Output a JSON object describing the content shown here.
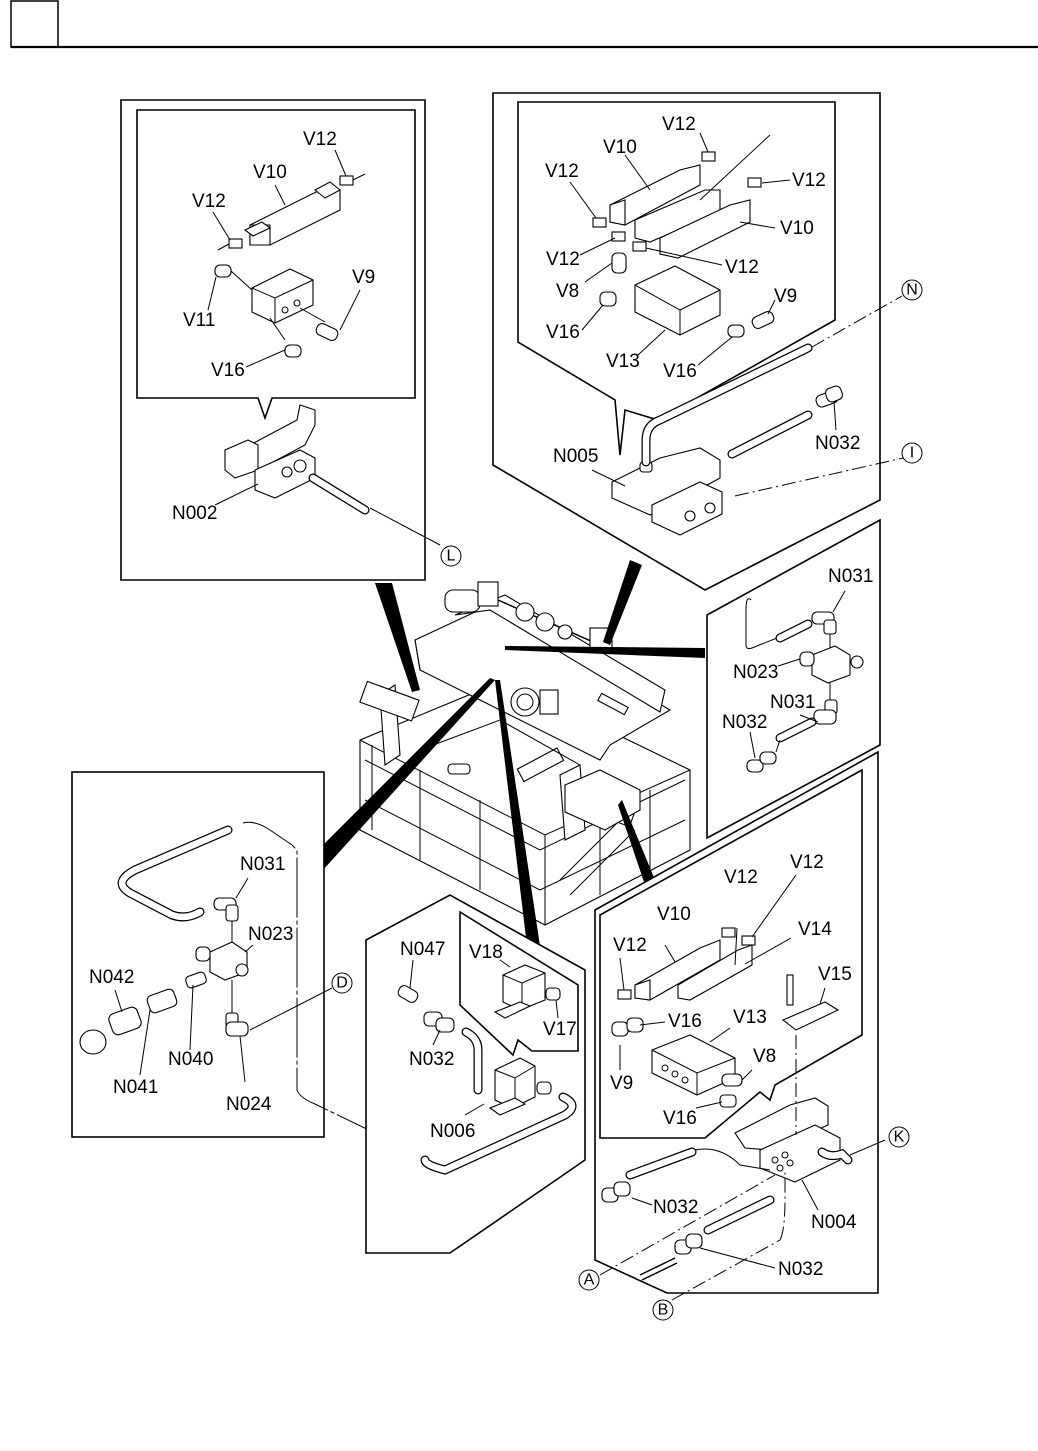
{
  "header": {
    "page_box_text": "",
    "title": ""
  },
  "panels": {
    "top_left": {
      "name": "detail-L-valve-assembly",
      "inset_labels": [
        {
          "id": "V12",
          "text": "V12"
        },
        {
          "id": "V10",
          "text": "V10"
        },
        {
          "id": "V12b",
          "text": "V12"
        },
        {
          "id": "V9",
          "text": "V9"
        },
        {
          "id": "V11",
          "text": "V11"
        },
        {
          "id": "V16",
          "text": "V16"
        }
      ],
      "assembly_label": "N002",
      "connection": "L"
    },
    "top_right": {
      "name": "detail-N-valve-assembly",
      "inset_labels": [
        {
          "id": "V12a",
          "text": "V12"
        },
        {
          "id": "V10a",
          "text": "V10"
        },
        {
          "id": "V12b",
          "text": "V12"
        },
        {
          "id": "V12c",
          "text": "V12"
        },
        {
          "id": "V10b",
          "text": "V10"
        },
        {
          "id": "V12d",
          "text": "V12"
        },
        {
          "id": "V12e",
          "text": "V12"
        },
        {
          "id": "V8",
          "text": "V8"
        },
        {
          "id": "V9",
          "text": "V9"
        },
        {
          "id": "V16a",
          "text": "V16"
        },
        {
          "id": "V13",
          "text": "V13"
        },
        {
          "id": "V16b",
          "text": "V16"
        }
      ],
      "assembly_label": "N005",
      "fitting_label": "N032",
      "connections": [
        "N",
        "I"
      ]
    },
    "right_middle": {
      "name": "detail-I-regulator",
      "labels": [
        {
          "id": "N031a",
          "text": "N031"
        },
        {
          "id": "N023",
          "text": "N023"
        },
        {
          "id": "N031b",
          "text": "N031"
        },
        {
          "id": "N032",
          "text": "N032"
        }
      ]
    },
    "left_middle": {
      "name": "detail-D-regulator",
      "labels": [
        {
          "id": "N031",
          "text": "N031"
        },
        {
          "id": "N023",
          "text": "N023"
        },
        {
          "id": "N042",
          "text": "N042"
        },
        {
          "id": "N041",
          "text": "N041"
        },
        {
          "id": "N040",
          "text": "N040"
        },
        {
          "id": "N024",
          "text": "N024"
        }
      ],
      "connection": "D"
    },
    "bottom_center": {
      "name": "detail-solenoid",
      "inset_labels": [
        {
          "id": "V18",
          "text": "V18"
        },
        {
          "id": "V17",
          "text": "V17"
        }
      ],
      "labels": [
        {
          "id": "N047",
          "text": "N047"
        },
        {
          "id": "N032",
          "text": "N032"
        },
        {
          "id": "N006",
          "text": "N006"
        }
      ]
    },
    "bottom_right": {
      "name": "detail-K-valve-assembly",
      "inset_labels": [
        {
          "id": "V12a",
          "text": "V12"
        },
        {
          "id": "V12b",
          "text": "V12"
        },
        {
          "id": "V10",
          "text": "V10"
        },
        {
          "id": "V14",
          "text": "V14"
        },
        {
          "id": "V12c",
          "text": "V12"
        },
        {
          "id": "V15",
          "text": "V15"
        },
        {
          "id": "V16a",
          "text": "V16"
        },
        {
          "id": "V13",
          "text": "V13"
        },
        {
          "id": "V9",
          "text": "V9"
        },
        {
          "id": "V8",
          "text": "V8"
        },
        {
          "id": "V16b",
          "text": "V16"
        }
      ],
      "labels": [
        {
          "id": "N032a",
          "text": "N032"
        },
        {
          "id": "N004",
          "text": "N004"
        },
        {
          "id": "N032b",
          "text": "N032"
        }
      ],
      "connections": [
        "K",
        "A",
        "B"
      ]
    }
  },
  "connection_markers": {
    "L": "L",
    "N": "N",
    "I": "I",
    "D": "D",
    "K": "K",
    "A": "A",
    "B": "B"
  },
  "icons": {
    "machine": "machine-frame-illustration",
    "valve": "solenoid-valve-icon",
    "fitting": "pneumatic-fitting-icon",
    "hose": "air-hose-icon"
  }
}
